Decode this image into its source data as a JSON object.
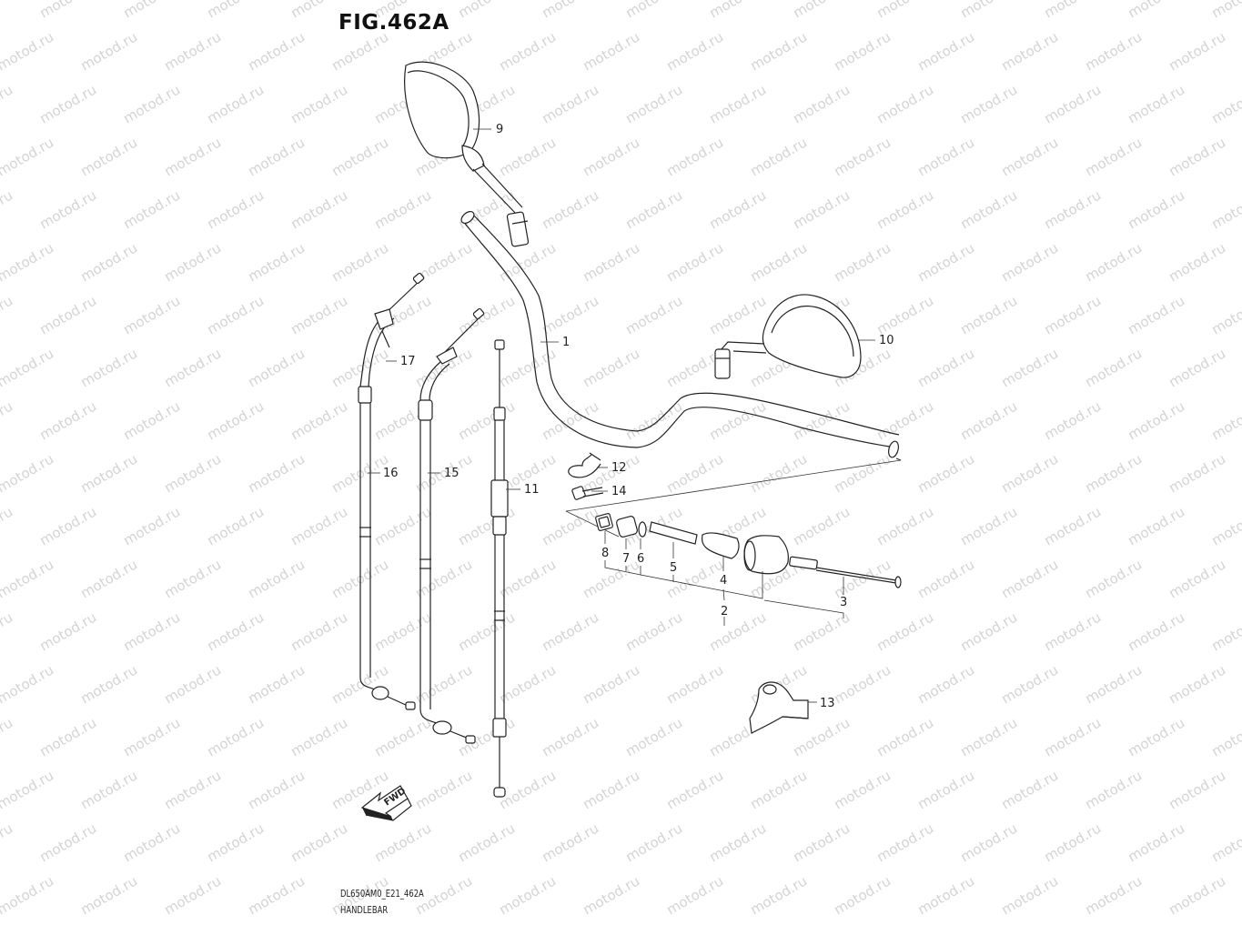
{
  "figure": {
    "title": "FIG.462A",
    "model_code": "DL650AM0_E21_462A",
    "section_name": "HANDLEBAR"
  },
  "watermark": {
    "text": "motod.ru",
    "color": "#d4d4d4"
  },
  "direction_badge": {
    "label": "FWD"
  },
  "callouts": [
    {
      "id": "1",
      "label": "1",
      "part": "handlebar"
    },
    {
      "id": "2",
      "label": "2",
      "part": "balancer-assembly"
    },
    {
      "id": "3",
      "label": "3",
      "part": "balancer-bolt"
    },
    {
      "id": "4",
      "label": "4",
      "part": "balancer-weight-inner"
    },
    {
      "id": "5",
      "label": "5",
      "part": "balancer-rod"
    },
    {
      "id": "6",
      "label": "6",
      "part": "balancer-washer"
    },
    {
      "id": "7",
      "label": "7",
      "part": "balancer-cushion"
    },
    {
      "id": "8",
      "label": "8",
      "part": "balancer-nut"
    },
    {
      "id": "9",
      "label": "9",
      "part": "mirror-right"
    },
    {
      "id": "10",
      "label": "10",
      "part": "mirror-left"
    },
    {
      "id": "11",
      "label": "11",
      "part": "clutch-cable"
    },
    {
      "id": "12",
      "label": "12",
      "part": "cable-clamp"
    },
    {
      "id": "13",
      "label": "13",
      "part": "handlebar-holder"
    },
    {
      "id": "14",
      "label": "14",
      "part": "clamp-bolt"
    },
    {
      "id": "15",
      "label": "15",
      "part": "throttle-cable-return"
    },
    {
      "id": "16",
      "label": "16",
      "part": "throttle-cable-pull"
    },
    {
      "id": "17",
      "label": "17",
      "part": "cable-screw"
    }
  ]
}
